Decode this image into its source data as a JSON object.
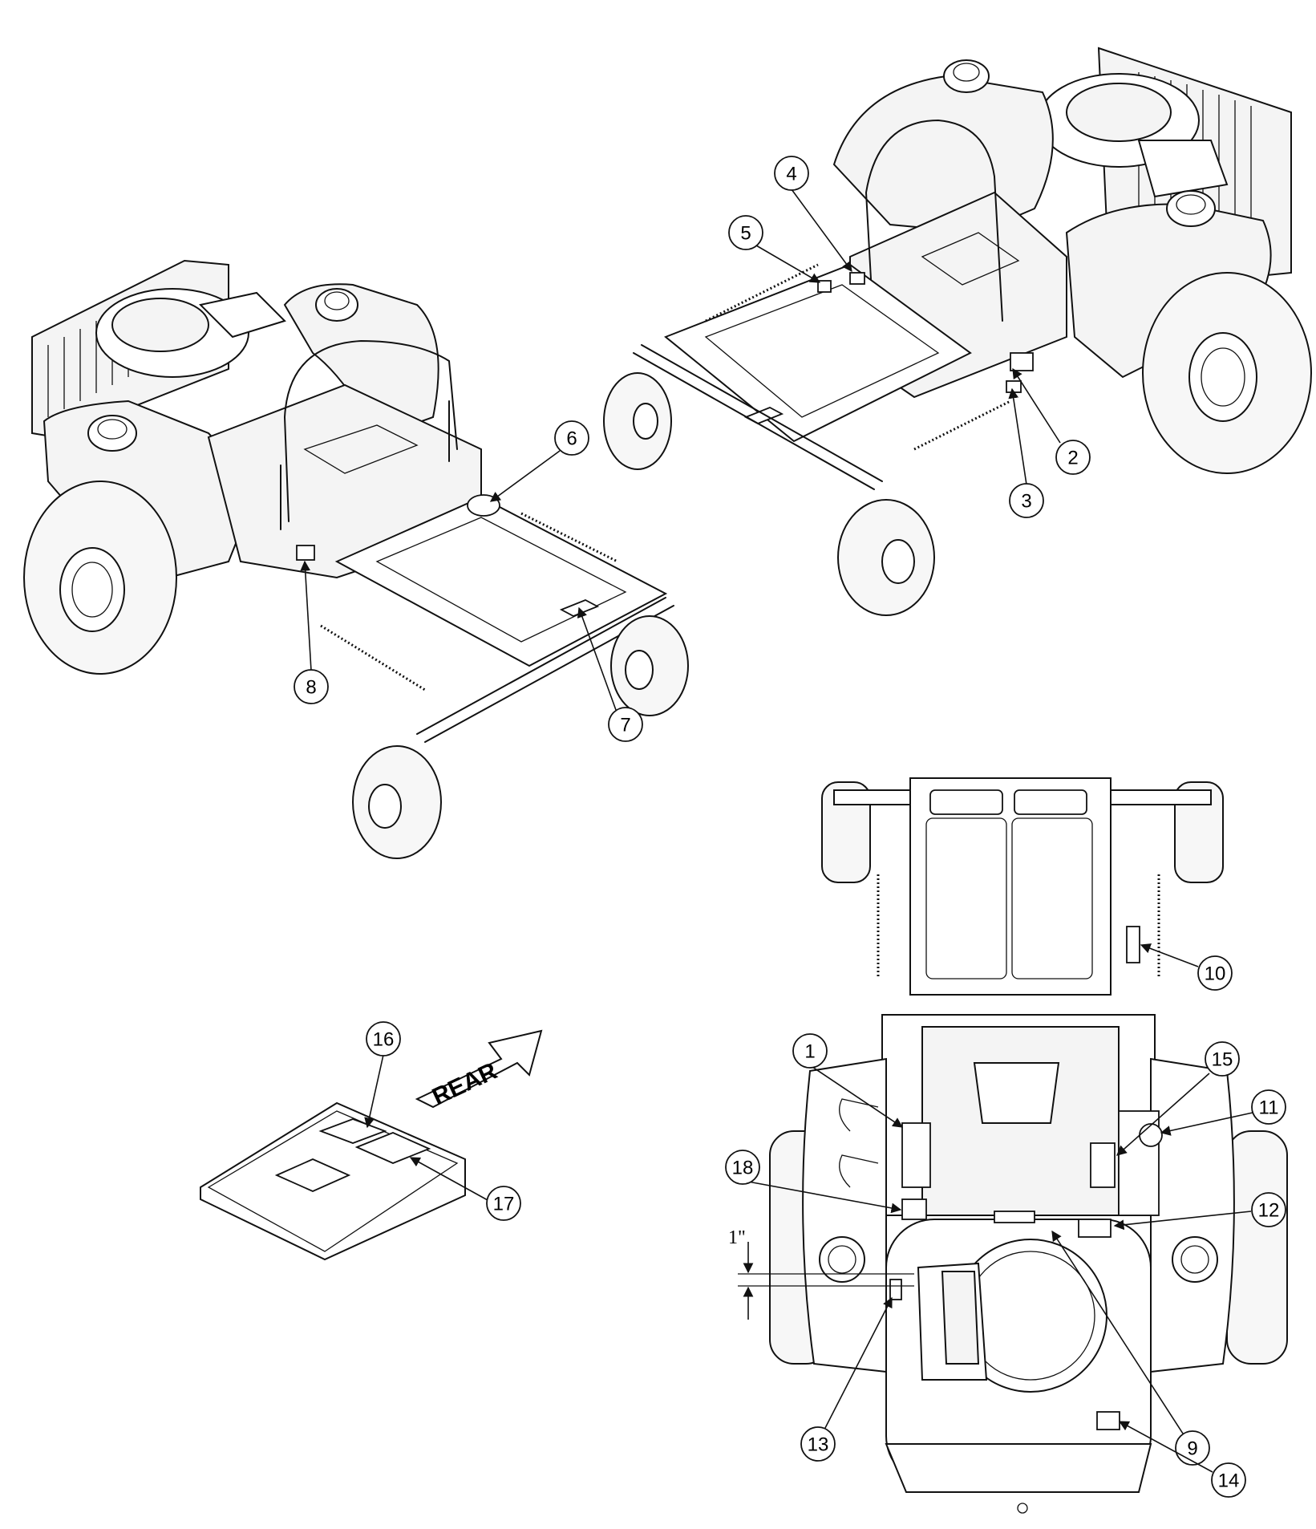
{
  "callouts": [
    {
      "id": "1",
      "label": "1"
    },
    {
      "id": "2",
      "label": "2"
    },
    {
      "id": "3",
      "label": "3"
    },
    {
      "id": "4",
      "label": "4"
    },
    {
      "id": "5",
      "label": "5"
    },
    {
      "id": "6",
      "label": "6"
    },
    {
      "id": "7",
      "label": "7"
    },
    {
      "id": "8",
      "label": "8"
    },
    {
      "id": "9",
      "label": "9"
    },
    {
      "id": "10",
      "label": "10"
    },
    {
      "id": "11",
      "label": "11"
    },
    {
      "id": "12",
      "label": "12"
    },
    {
      "id": "13",
      "label": "13"
    },
    {
      "id": "14",
      "label": "14"
    },
    {
      "id": "15",
      "label": "15"
    },
    {
      "id": "16",
      "label": "16"
    },
    {
      "id": "17",
      "label": "17"
    },
    {
      "id": "18",
      "label": "18"
    }
  ],
  "direction_arrow": {
    "label": "REAR"
  },
  "dimension": {
    "label": "1\""
  }
}
